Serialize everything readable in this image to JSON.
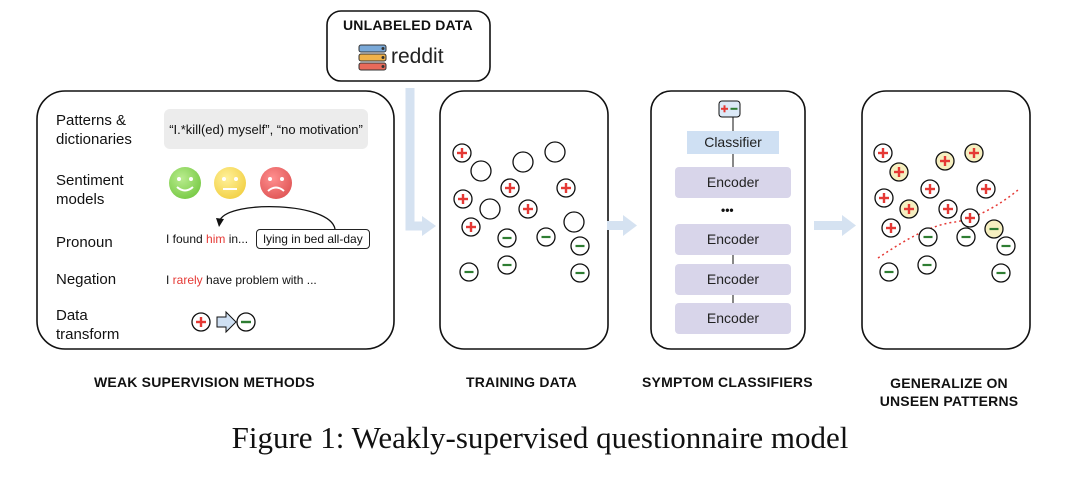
{
  "unlabeled": {
    "title": "UNLABELED DATA",
    "source": "reddit"
  },
  "weak": {
    "rows": [
      {
        "label_line1": "Patterns &",
        "label_line2": "dictionaries"
      },
      {
        "label_line1": "Sentiment",
        "label_line2": "models"
      },
      {
        "label_line1": "Pronoun",
        "label_line2": ""
      },
      {
        "label_line1": "Negation",
        "label_line2": ""
      },
      {
        "label_line1": "Data",
        "label_line2": "transform"
      }
    ],
    "pattern_text": "“I.*kill(ed) myself”, “no motivation”",
    "pronoun_pre": "I found ",
    "pronoun_him": "him",
    "pronoun_post": " in...",
    "pronoun_box": "lying in bed all-day",
    "negation_pre": "I ",
    "negation_word": "rarely",
    "negation_post": " have problem with ...",
    "caption": "WEAK SUPERVISION METHODS"
  },
  "training": {
    "caption": "TRAINING DATA"
  },
  "classifiers": {
    "classifier_label": "Classifier",
    "encoder_label": "Encoder",
    "dots": "•••",
    "caption": "SYMPTOM CLASSIFIERS"
  },
  "generalize": {
    "caption_line1": "GENERALIZE ON",
    "caption_line2": "UNSEEN PATTERNS"
  },
  "figure_caption": "Figure 1: Weakly-supervised questionnaire model",
  "colors": {
    "plus": "#e53935",
    "minus": "#2e7d32",
    "unseen_fill": "#f6efc0",
    "arrow": "#d5e2f1",
    "layer": "#d8d5ea",
    "classifier": "#cfe0f3"
  }
}
